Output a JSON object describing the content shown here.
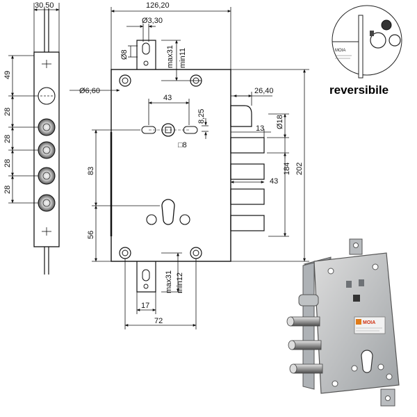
{
  "dimensions": {
    "faceplate_width": "30,50",
    "overall_width": "126,20",
    "hole_diameter_top": "Ø3,30",
    "slot_8": "Ø8",
    "max_top": "max31",
    "min_top": "min11",
    "mount_hole": "Ø6,60",
    "latch_offset": "26,40",
    "spindle_spacing": "43",
    "dim_825": "8,25",
    "bolt_dia": "Ø18",
    "dim_13": "13",
    "square_spindle": "□8",
    "dim_83": "83",
    "dim_56": "56",
    "dim_184": "184",
    "dim_202": "202",
    "bolt_throw": "43",
    "bottom_17": "17",
    "bottom_72": "72",
    "max_bottom": "max31",
    "min_bottom": "min12",
    "face_49": "49",
    "face_28": [
      "28",
      "28",
      "28",
      "28"
    ]
  },
  "inset_label": "MOIA",
  "reversible_label": "reversibile",
  "photo_label": "MOIA"
}
